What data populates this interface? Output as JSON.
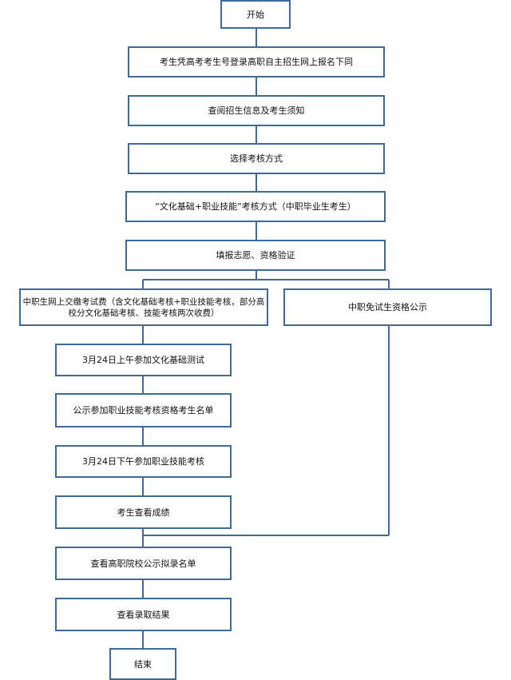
{
  "colors": {
    "box_border": "#3d6a9a",
    "line": "#3d6a9a",
    "background": "#ffffff",
    "text": "#111111"
  },
  "flow": {
    "start": "开始",
    "login": "考生凭高考考生号登录高职自主招生网上报名下同",
    "view_info": "查阅招生信息及考生须知",
    "choose_method": "选择考核方式",
    "culture_skill": "“文化基础+职业技能”考核方式（中职毕业生考生）",
    "fill_verify": "填报志愿、资格验证",
    "pay_fee": "中职生网上交缴考试费（含文化基础考核+职业技能考核，部分高校分文化基础考核、技能考核两次收费）",
    "exempt_notice": "中职免试生资格公示",
    "morning_test": "3月24日上午参加文化基础测试",
    "skill_list": "公示参加职业技能考核资格考生名单",
    "afternoon_test": "3月24日下午参加职业技能考核",
    "check_score": "考生查看成绩",
    "admission_list": "查看高职院校公示拟录名单",
    "admission_result": "查看录取结果",
    "end": "结束"
  }
}
